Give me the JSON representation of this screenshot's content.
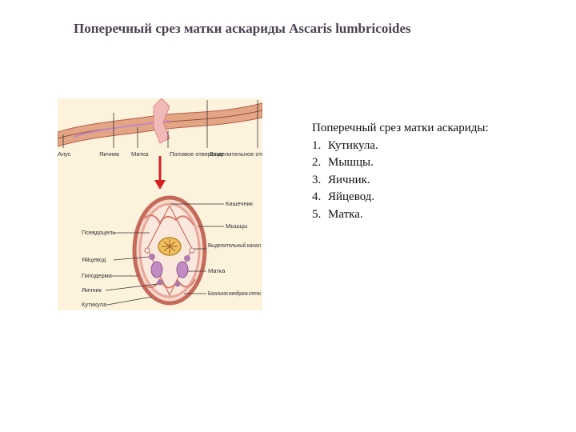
{
  "title": "Поперечный срез матки аскариды Ascaris lumbricoides",
  "figure": {
    "top_labels": [
      "Анус",
      "Яичник",
      "Матка",
      "Половое отверстие",
      "Выделительное отверстие"
    ],
    "left_labels": [
      "Псевдоцель",
      "Яйцевод",
      "Гиподерма",
      "Яичник",
      "Кутикула"
    ],
    "right_labels": [
      "Кишечник",
      "Мышцы",
      "Выделительный канал",
      "Матка",
      "Базальная мембрана клетки"
    ]
  },
  "legend": {
    "heading": "Поперечный срез матки аскариды:",
    "items": [
      {
        "num": "1.",
        "text": "Кутикула."
      },
      {
        "num": "2.",
        "text": "Мышцы."
      },
      {
        "num": "3.",
        "text": "Яичник."
      },
      {
        "num": "4.",
        "text": "Яйцевод."
      },
      {
        "num": "5.",
        "text": "Матка."
      }
    ]
  },
  "colors": {
    "body": "#d9967a",
    "outline": "#b85c49",
    "arrow": "#d42020",
    "ovary": "#c28ac2"
  }
}
